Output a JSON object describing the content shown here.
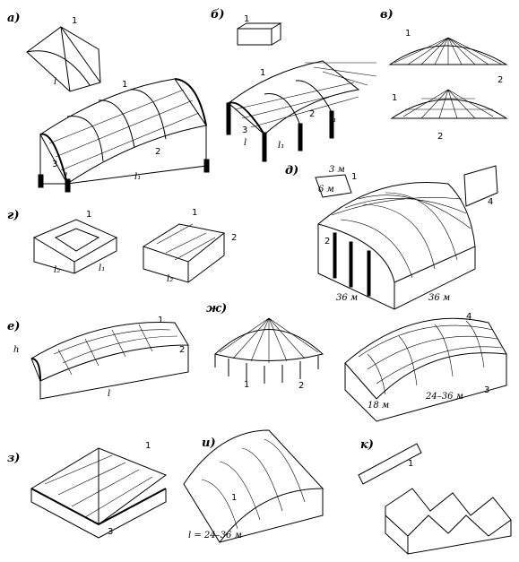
{
  "panels": {
    "a": {
      "label": "а)",
      "marks": [
        "1",
        "1",
        "2",
        "3",
        "l",
        "l₁"
      ]
    },
    "b": {
      "label": "б)",
      "marks": [
        "1",
        "1",
        "2",
        "3",
        "l",
        "l₁",
        "l₁"
      ]
    },
    "v": {
      "label": "в)",
      "marks": [
        "1",
        "2",
        "1",
        "2"
      ]
    },
    "g": {
      "label": "г)",
      "marks": [
        "1",
        "1",
        "2",
        "l₂",
        "l₁",
        "l₂"
      ]
    },
    "d": {
      "label": "д)",
      "marks": [
        "3 м",
        "6 м",
        "1",
        "2",
        "4",
        "36 м",
        "36 м"
      ]
    },
    "e": {
      "label": "е)",
      "marks": [
        "h",
        "1",
        "2",
        "l"
      ]
    },
    "zh": {
      "label": "ж)",
      "marks": [
        "1",
        "2"
      ]
    },
    "ee": {
      "marks": [
        "4",
        "18 м",
        "24–36 м",
        "3"
      ]
    },
    "z": {
      "label": "з)",
      "marks": [
        "1",
        "3"
      ]
    },
    "i": {
      "label": "и)",
      "marks": [
        "1",
        "l = 24–36 м"
      ]
    },
    "k": {
      "label": "к)",
      "marks": [
        "1"
      ]
    }
  }
}
